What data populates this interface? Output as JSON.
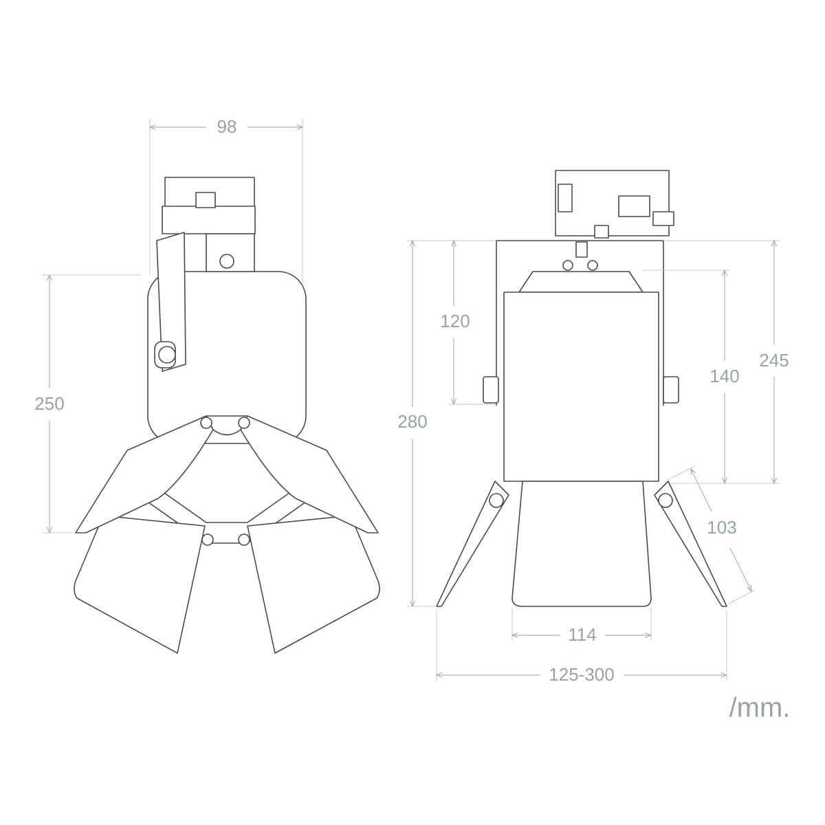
{
  "dimensions": {
    "side_width": "98",
    "side_height": "250",
    "front_bracket_height": "120",
    "front_total_height": "280",
    "front_body_height": "140",
    "front_height_with_bracket": "245",
    "flap_length": "103",
    "flap_width": "114",
    "opening_range": "125-300"
  },
  "unit_label": "/mm.",
  "colors": {
    "dimension": "#98a4a2",
    "outline": "#4a4a4a"
  }
}
